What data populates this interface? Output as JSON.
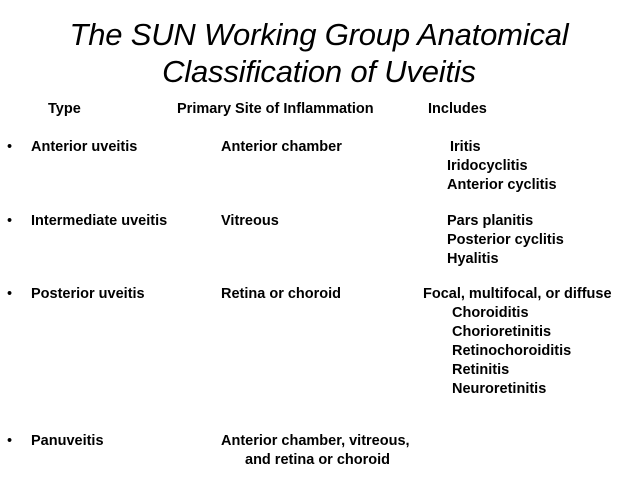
{
  "slide": {
    "title": "The SUN Working Group Anatomical\nClassification of Uveitis",
    "background_color": "#ffffff",
    "text_color": "#000000",
    "bullet_glyph": "•"
  },
  "headers": {
    "type": "Type",
    "site": "Primary Site of Inflammation",
    "includes": "Includes"
  },
  "rows": [
    {
      "type": "Anterior uveitis",
      "site_lines": [
        "Anterior chamber"
      ],
      "includes_lines": [
        "Iritis",
        "Iridocyclitis",
        "Anterior cyclitis"
      ]
    },
    {
      "type": "Intermediate uveitis",
      "site_lines": [
        "Vitreous"
      ],
      "includes_lines": [
        "Pars planitis",
        "Posterior cyclitis",
        "Hyalitis"
      ]
    },
    {
      "type": "Posterior uveitis",
      "site_lines": [
        "Retina or choroid"
      ],
      "includes_lines": [
        "Focal, multifocal, or diffuse",
        "Choroiditis",
        "Chorioretinitis",
        "Retinochoroiditis",
        "Retinitis",
        "Neuroretinitis"
      ]
    },
    {
      "type": "Panuveitis",
      "site_lines": [
        "Anterior chamber, vitreous,",
        "and retina or choroid"
      ],
      "includes_lines": []
    }
  ]
}
